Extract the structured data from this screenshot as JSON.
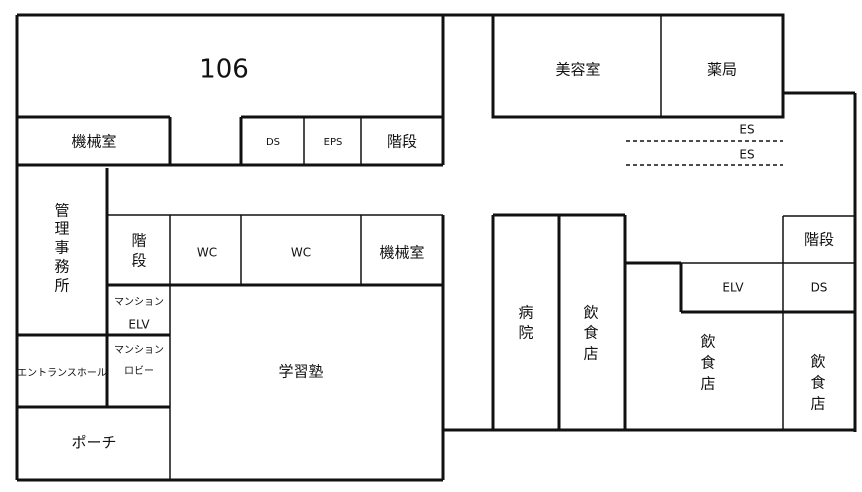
{
  "plan": {
    "unit_106": "106",
    "machine_room_top": "機械室",
    "ds_top": "DS",
    "eps": "EPS",
    "stairs_top": "階段",
    "management_office": [
      "管",
      "理",
      "事",
      "務",
      "所"
    ],
    "stairs_left": [
      "階",
      "段"
    ],
    "wc_small": "WC",
    "wc_large": "WC",
    "machine_room_mid": "機械室",
    "mansion_elv": [
      "マンション",
      "ELV"
    ],
    "entrance_hall": "エントランスホール",
    "mansion_lobby": [
      "マンション",
      "ロビー"
    ],
    "cram_school": "学習塾",
    "porch": "ポーチ",
    "beauty_salon": "美容室",
    "pharmacy": "薬局",
    "escalator_1": "ES",
    "escalator_2": "ES",
    "hospital": [
      "病",
      "院"
    ],
    "restaurant_1": [
      "飲",
      "食",
      "店"
    ],
    "restaurant_2": [
      "飲",
      "食",
      "店"
    ],
    "restaurant_3": [
      "飲",
      "食",
      "店"
    ],
    "stairs_right": "階段",
    "elv_right": "ELV",
    "ds_right": "DS"
  }
}
